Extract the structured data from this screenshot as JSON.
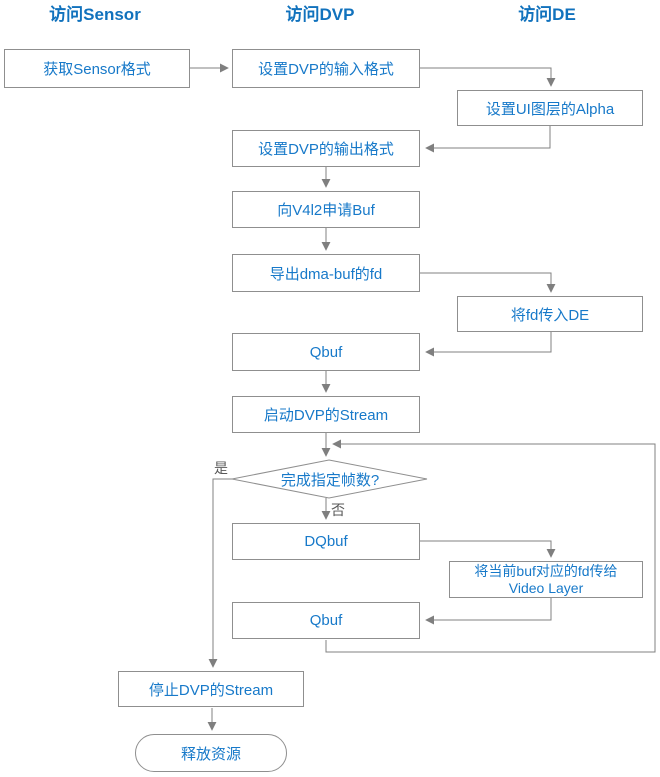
{
  "headers": {
    "sensor": "访问Sensor",
    "dvp": "访问DVP",
    "de": "访问DE"
  },
  "nodes": {
    "get_sensor_format": "获取Sensor格式",
    "set_dvp_input_format": "设置DVP的输入格式",
    "set_ui_layer_alpha": "设置UI图层的Alpha",
    "set_dvp_output_format": "设置DVP的输出格式",
    "request_v4l2_buf": "向V4l2申请Buf",
    "export_dmabuf_fd": "导出dma-buf的fd",
    "pass_fd_to_de": "将fd传入DE",
    "qbuf_1": "Qbuf",
    "start_dvp_stream": "启动DVP的Stream",
    "frames_complete_decision": "完成指定帧数?",
    "dqbuf": "DQbuf",
    "pass_current_fd_line1": "将当前buf对应的fd传给",
    "pass_current_fd_line2": "Video Layer",
    "qbuf_2": "Qbuf",
    "stop_dvp_stream": "停止DVP的Stream",
    "release_resources": "释放资源"
  },
  "edge_labels": {
    "yes": "是",
    "no": "否"
  },
  "colors": {
    "node_text_blue": "#1779c9",
    "header_blue": "#1172bd",
    "connector_gray": "#808080",
    "border_gray": "#8f8f8f",
    "edge_label_gray": "#595959",
    "background": "#ffffff"
  }
}
